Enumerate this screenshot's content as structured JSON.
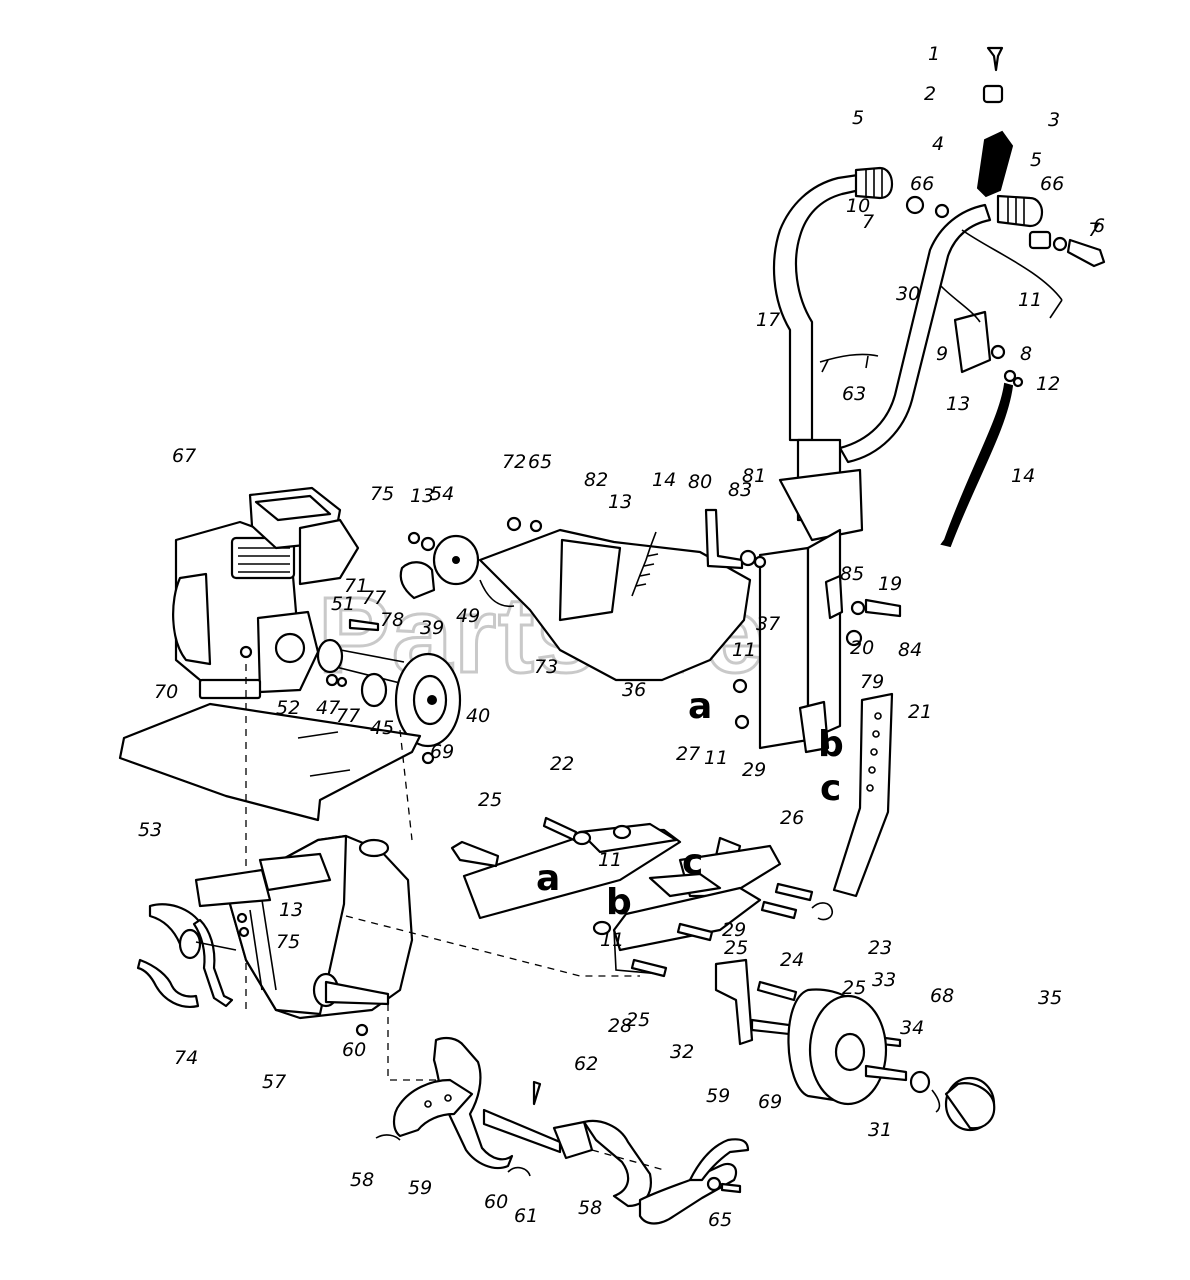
{
  "watermark": "PartsTree",
  "callouts": [
    "1",
    "2",
    "3",
    "4",
    "5",
    "5",
    "6",
    "7",
    "7",
    "8",
    "9",
    "10",
    "11",
    "11",
    "11",
    "11",
    "11",
    "12",
    "13",
    "13",
    "13",
    "13",
    "14",
    "14",
    "17",
    "19",
    "20",
    "21",
    "22",
    "23",
    "24",
    "25",
    "25",
    "25",
    "25",
    "26",
    "27",
    "28",
    "29",
    "29",
    "30",
    "31",
    "32",
    "33",
    "34",
    "35",
    "36",
    "37",
    "39",
    "40",
    "45",
    "47",
    "49",
    "51",
    "52",
    "53",
    "54",
    "57",
    "58",
    "58",
    "59",
    "59",
    "60",
    "60",
    "61",
    "62",
    "63",
    "65",
    "65",
    "66",
    "66",
    "67",
    "68",
    "69",
    "69",
    "70",
    "71",
    "72",
    "73",
    "74",
    "75",
    "75",
    "77",
    "77",
    "78",
    "79",
    "80",
    "81",
    "82",
    "83",
    "84",
    "85"
  ],
  "letters": [
    "a",
    "a",
    "b",
    "b",
    "c",
    "c"
  ]
}
